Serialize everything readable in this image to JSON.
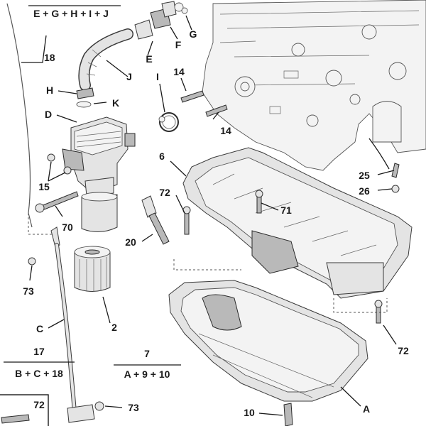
{
  "groups": {
    "top_left": "E + G + H + I + J",
    "g17_num": "17",
    "g17_text": "B + C + 18",
    "g7_num": "7",
    "g7_text": "A + 9 + 10"
  },
  "labels": {
    "n18": "18",
    "E": "E",
    "F": "F",
    "G": "G",
    "J": "J",
    "H": "H",
    "K": "K",
    "I": "I",
    "D": "D",
    "n14a": "14",
    "n14b": "14",
    "n15": "15",
    "n70": "70",
    "n72a": "72",
    "n6": "6",
    "n71": "71",
    "n25": "25",
    "n26": "26",
    "n20": "20",
    "n73a": "73",
    "n2": "2",
    "C": "C",
    "n72b": "72",
    "A": "A",
    "n10": "10",
    "n73b": "73",
    "n72c": "72"
  }
}
